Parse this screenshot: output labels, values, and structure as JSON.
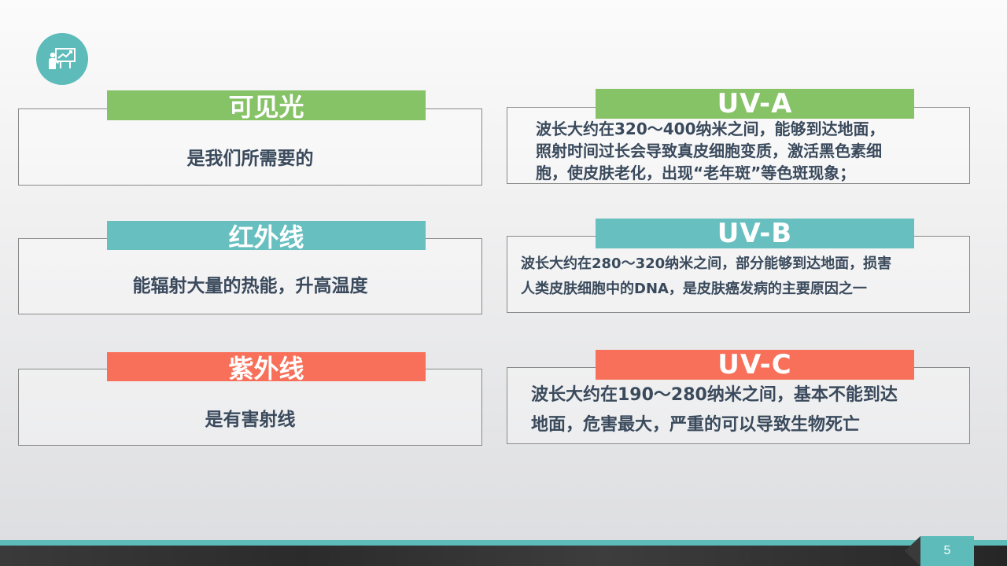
{
  "slide": {
    "left_cards": [
      {
        "title": "可见光",
        "desc": "是我们所需要的",
        "color": "#86c266"
      },
      {
        "title": "红外线",
        "desc": "能辐射大量的热能，升高温度",
        "color": "#67bfbf"
      },
      {
        "title": "紫外线",
        "desc": "是有害射线",
        "color": "#f87059"
      }
    ],
    "right_cards": [
      {
        "title": "UV-A",
        "lines": [
          "波长大约在320～400纳米之间，能够到达地面，",
          "照射时间过长会导致真皮细胞变质，激活黑色素细",
          "胞，使皮肤老化，出现“老年斑”等色斑现象；"
        ],
        "color": "#86c266"
      },
      {
        "title": "UV-B",
        "lines": [
          "波长大约在280～320纳米之间，部分能够到达地面，损害",
          "人类皮肤细胞中的DNA，是皮肤癌发病的主要原因之一"
        ],
        "color": "#67bfbf"
      },
      {
        "title": "UV-C",
        "lines": [
          "波长大约在190～280纳米之间，基本不能到达",
          "地面，危害最大，严重的可以导致生物死亡"
        ],
        "color": "#f87059"
      }
    ],
    "page_number": "5",
    "logo_icon": "presentation-chart-icon"
  }
}
